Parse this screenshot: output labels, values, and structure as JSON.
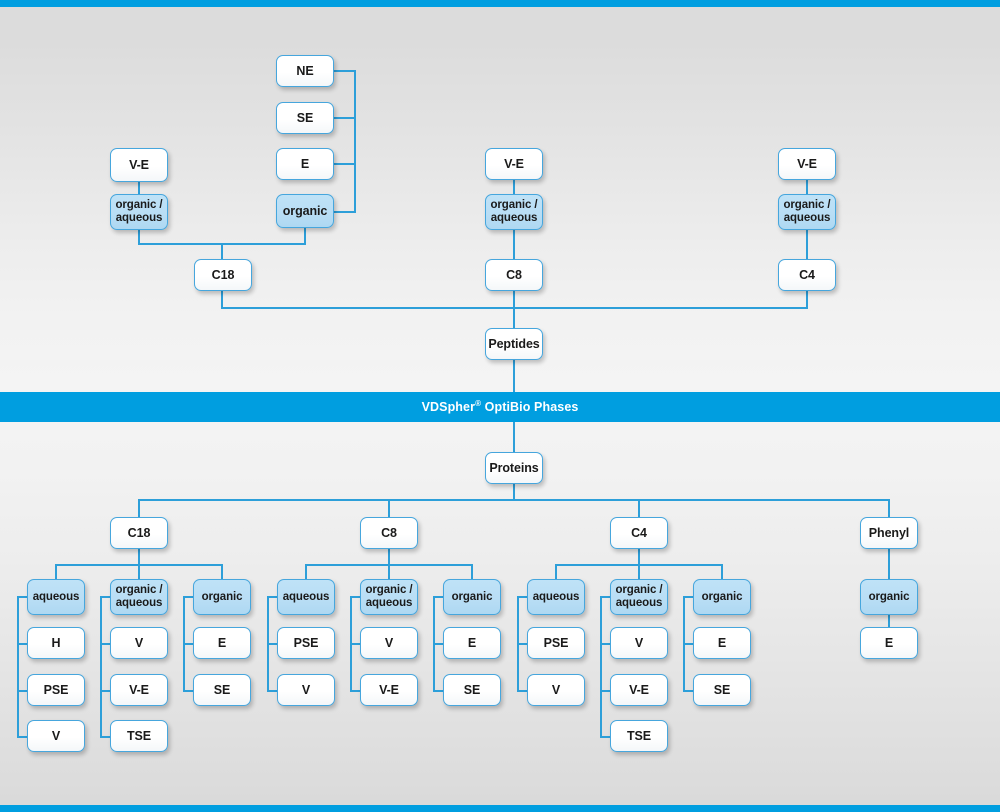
{
  "banner": {
    "text_before": "VDSpher",
    "sup": "®",
    "text_after": " OptiBio Phases"
  },
  "colors": {
    "accent_blue": "#009ee0",
    "line_blue": "#2d9fd9",
    "box_border": "#46a6dd",
    "box_fill_light": "#bfe2f7",
    "background": "#e6e6e6"
  },
  "peptides": {
    "root_label": "Peptides",
    "columns": [
      {
        "chain_label": "C18",
        "modes": [
          {
            "mode_label": "organic /\naqueous",
            "top_label": "V-E",
            "leaves": []
          },
          {
            "mode_label": "organic",
            "top_label": "",
            "leaves": [
              "NE",
              "SE",
              "E"
            ]
          }
        ]
      },
      {
        "chain_label": "C8",
        "modes": [
          {
            "mode_label": "organic /\naqueous",
            "top_label": "V-E",
            "leaves": []
          }
        ]
      },
      {
        "chain_label": "C4",
        "modes": [
          {
            "mode_label": "organic /\naqueous",
            "top_label": "V-E",
            "leaves": []
          }
        ]
      }
    ]
  },
  "proteins": {
    "root_label": "Proteins",
    "columns": [
      {
        "chain_label": "C18",
        "modes": [
          {
            "mode_label": "aqueous",
            "leaves": [
              "H",
              "PSE",
              "V"
            ]
          },
          {
            "mode_label": "organic /\naqueous",
            "leaves": [
              "V",
              "V-E",
              "TSE"
            ]
          },
          {
            "mode_label": "organic",
            "leaves": [
              "E",
              "SE"
            ]
          }
        ]
      },
      {
        "chain_label": "C8",
        "modes": [
          {
            "mode_label": "aqueous",
            "leaves": [
              "PSE",
              "V"
            ]
          },
          {
            "mode_label": "organic /\naqueous",
            "leaves": [
              "V",
              "V-E"
            ]
          },
          {
            "mode_label": "organic",
            "leaves": [
              "E",
              "SE"
            ]
          }
        ]
      },
      {
        "chain_label": "C4",
        "modes": [
          {
            "mode_label": "aqueous",
            "leaves": [
              "PSE",
              "V"
            ]
          },
          {
            "mode_label": "organic /\naqueous",
            "leaves": [
              "V",
              "V-E",
              "TSE"
            ]
          },
          {
            "mode_label": "organic",
            "leaves": [
              "E",
              "SE"
            ]
          }
        ]
      },
      {
        "chain_label": "Phenyl",
        "modes": [
          {
            "mode_label": "organic",
            "leaves": [
              "E"
            ]
          }
        ]
      }
    ]
  },
  "labels": {
    "ne": "NE",
    "se": "SE",
    "e": "E",
    "organic": "organic",
    "organic_aqueous_line1": "organic /",
    "organic_aqueous_line2": "aqueous",
    "aqueous": "aqueous",
    "ve": "V-E",
    "v": "V",
    "h": "H",
    "pse": "PSE",
    "tse": "TSE",
    "c18": "C18",
    "c8": "C8",
    "c4": "C4",
    "phenyl": "Phenyl",
    "peptides": "Peptides",
    "proteins": "Proteins"
  }
}
